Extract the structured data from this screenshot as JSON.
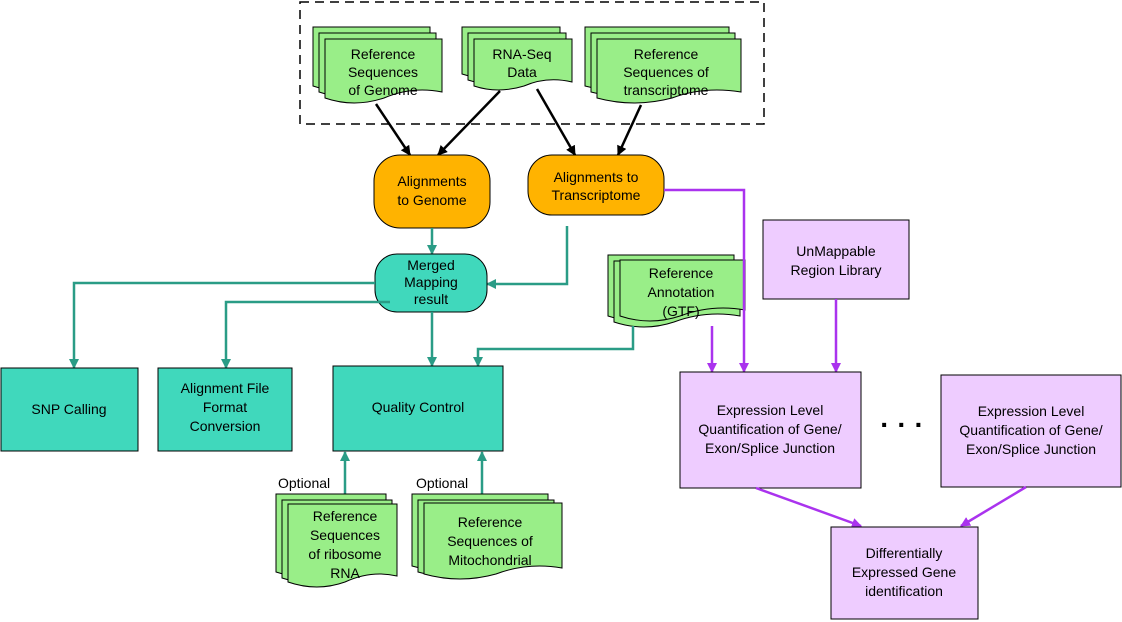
{
  "colors": {
    "doc_green": "#99ee88",
    "orange": "#ffb300",
    "teal": "#40d8bc",
    "lavender": "#eeccff",
    "teal_arrow": "#2a9c86",
    "purple_arrow": "#aa33ee",
    "black": "#000000"
  },
  "inputs": {
    "ref_genome": [
      "Reference",
      "Sequences",
      "of Genome"
    ],
    "rna_seq": [
      "RNA-Seq",
      "Data"
    ],
    "ref_transcriptome": [
      "Reference",
      "Sequences of",
      "transcriptome"
    ]
  },
  "alignments": {
    "genome": [
      "Alignments",
      "to Genome"
    ],
    "transcriptome": [
      "Alignments to",
      "Transcriptome"
    ]
  },
  "merged": [
    "Merged",
    "Mapping",
    "result"
  ],
  "annotation": [
    "Reference",
    "Annotation",
    "(GTF)"
  ],
  "unmappable": [
    "UnMappable",
    "Region Library"
  ],
  "outputs": {
    "snp": [
      "SNP Calling"
    ],
    "format": [
      "Alignment File",
      "Format",
      "Conversion"
    ],
    "qc": [
      "Quality Control"
    ]
  },
  "optional_label": "Optional",
  "optional_label_2": "Optional",
  "ribosome": [
    "Reference",
    "Sequences",
    "of ribosome",
    "RNA"
  ],
  "mito": [
    "Reference",
    "Sequences of",
    "Mitochondrial"
  ],
  "expression_1": [
    "Expression Level",
    "Quantification of Gene/",
    "Exon/Splice Junction"
  ],
  "expression_2": [
    "Expression Level",
    "Quantification of Gene/",
    "Exon/Splice Junction"
  ],
  "ellipsis": "· · ·",
  "deg": [
    "Differentially",
    "Expressed Gene",
    "identification"
  ]
}
